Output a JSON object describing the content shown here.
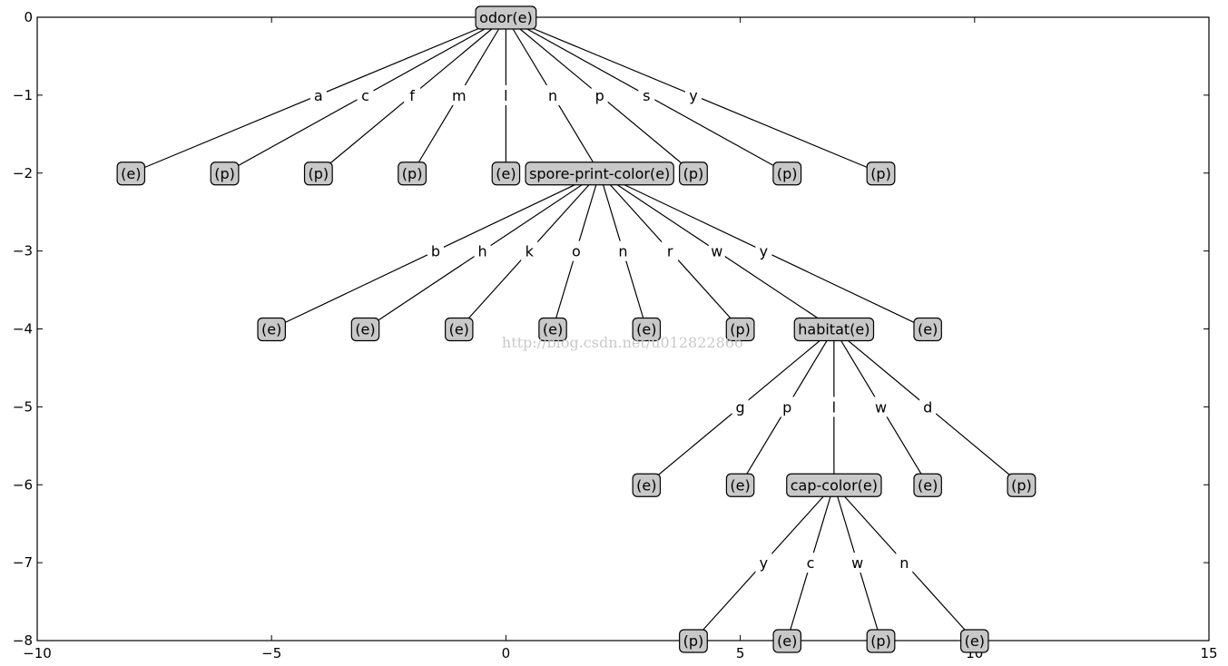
{
  "chart_data": {
    "type": "tree",
    "xlim": [
      -10,
      15
    ],
    "ylim": [
      -8,
      0
    ],
    "x_ticks": [
      -10,
      -5,
      0,
      5,
      10,
      15
    ],
    "x_tick_labels": [
      "−10",
      "−5",
      "0",
      "5",
      "10",
      "15"
    ],
    "y_ticks": [
      0,
      -1,
      -2,
      -3,
      -4,
      -5,
      -6,
      -7,
      -8
    ],
    "y_tick_labels": [
      "0",
      "−1",
      "−2",
      "−3",
      "−4",
      "−5",
      "−6",
      "−7",
      "−8"
    ],
    "colors": {
      "node_fill": "#c8c8c8",
      "line": "#000000",
      "watermark": "#c9c9c9"
    },
    "watermark": "http://blog.csdn.net/u012822866",
    "nodes": [
      {
        "id": "n0",
        "label": "odor(e)",
        "x": 0,
        "y": 0
      },
      {
        "id": "n1",
        "label": "(e)",
        "x": -8,
        "y": -2
      },
      {
        "id": "n2",
        "label": "(p)",
        "x": -6,
        "y": -2
      },
      {
        "id": "n3",
        "label": "(p)",
        "x": -4,
        "y": -2
      },
      {
        "id": "n4",
        "label": "(p)",
        "x": -2,
        "y": -2
      },
      {
        "id": "n5",
        "label": "(e)",
        "x": 0,
        "y": -2
      },
      {
        "id": "n6",
        "label": "spore-print-color(e)",
        "x": 2,
        "y": -2
      },
      {
        "id": "n7",
        "label": "(p)",
        "x": 4,
        "y": -2
      },
      {
        "id": "n8",
        "label": "(p)",
        "x": 6,
        "y": -2
      },
      {
        "id": "n9",
        "label": "(p)",
        "x": 8,
        "y": -2
      },
      {
        "id": "n10",
        "label": "(e)",
        "x": -5,
        "y": -4
      },
      {
        "id": "n11",
        "label": "(e)",
        "x": -3,
        "y": -4
      },
      {
        "id": "n12",
        "label": "(e)",
        "x": -1,
        "y": -4
      },
      {
        "id": "n13",
        "label": "(e)",
        "x": 1,
        "y": -4
      },
      {
        "id": "n14",
        "label": "(e)",
        "x": 3,
        "y": -4
      },
      {
        "id": "n15",
        "label": "(p)",
        "x": 5,
        "y": -4
      },
      {
        "id": "n16",
        "label": "habitat(e)",
        "x": 7,
        "y": -4
      },
      {
        "id": "n17",
        "label": "(e)",
        "x": 9,
        "y": -4
      },
      {
        "id": "n18",
        "label": "(e)",
        "x": 3,
        "y": -6
      },
      {
        "id": "n19",
        "label": "(e)",
        "x": 5,
        "y": -6
      },
      {
        "id": "n20",
        "label": "cap-color(e)",
        "x": 7,
        "y": -6
      },
      {
        "id": "n21",
        "label": "(e)",
        "x": 9,
        "y": -6
      },
      {
        "id": "n22",
        "label": "(p)",
        "x": 11,
        "y": -6
      },
      {
        "id": "n23",
        "label": "(p)",
        "x": 4,
        "y": -8
      },
      {
        "id": "n24",
        "label": "(e)",
        "x": 6,
        "y": -8
      },
      {
        "id": "n25",
        "label": "(p)",
        "x": 8,
        "y": -8
      },
      {
        "id": "n26",
        "label": "(e)",
        "x": 10,
        "y": -8
      }
    ],
    "edges": [
      {
        "from": "n0",
        "to": "n1",
        "label": "a"
      },
      {
        "from": "n0",
        "to": "n2",
        "label": "c"
      },
      {
        "from": "n0",
        "to": "n3",
        "label": "f"
      },
      {
        "from": "n0",
        "to": "n4",
        "label": "m"
      },
      {
        "from": "n0",
        "to": "n5",
        "label": "l"
      },
      {
        "from": "n0",
        "to": "n6",
        "label": "n"
      },
      {
        "from": "n0",
        "to": "n7",
        "label": "p"
      },
      {
        "from": "n0",
        "to": "n8",
        "label": "s"
      },
      {
        "from": "n0",
        "to": "n9",
        "label": "y"
      },
      {
        "from": "n6",
        "to": "n10",
        "label": "b"
      },
      {
        "from": "n6",
        "to": "n11",
        "label": "h"
      },
      {
        "from": "n6",
        "to": "n12",
        "label": "k"
      },
      {
        "from": "n6",
        "to": "n13",
        "label": "o"
      },
      {
        "from": "n6",
        "to": "n14",
        "label": "n"
      },
      {
        "from": "n6",
        "to": "n15",
        "label": "r"
      },
      {
        "from": "n6",
        "to": "n16",
        "label": "w"
      },
      {
        "from": "n6",
        "to": "n17",
        "label": "y"
      },
      {
        "from": "n16",
        "to": "n18",
        "label": "g"
      },
      {
        "from": "n16",
        "to": "n19",
        "label": "p"
      },
      {
        "from": "n16",
        "to": "n20",
        "label": "l"
      },
      {
        "from": "n16",
        "to": "n21",
        "label": "w"
      },
      {
        "from": "n16",
        "to": "n22",
        "label": "d"
      },
      {
        "from": "n20",
        "to": "n23",
        "label": "y"
      },
      {
        "from": "n20",
        "to": "n24",
        "label": "c"
      },
      {
        "from": "n20",
        "to": "n25",
        "label": "w"
      },
      {
        "from": "n20",
        "to": "n26",
        "label": "n"
      }
    ]
  }
}
